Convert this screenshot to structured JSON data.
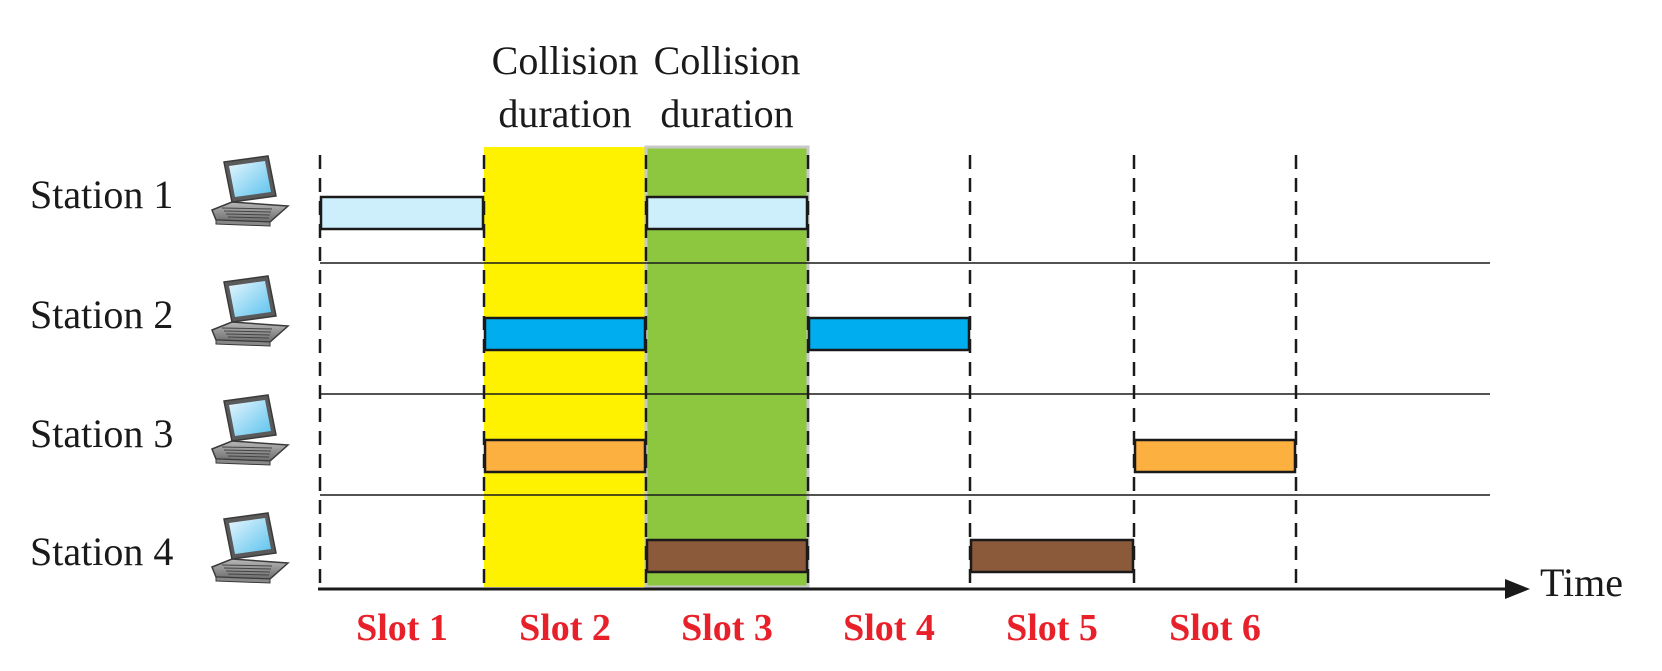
{
  "stations": [
    {
      "label": "Station 1",
      "icon": "laptop-icon"
    },
    {
      "label": "Station 2",
      "icon": "laptop-icon"
    },
    {
      "label": "Station 3",
      "icon": "laptop-icon"
    },
    {
      "label": "Station 4",
      "icon": "laptop-icon"
    }
  ],
  "slots": [
    "Slot 1",
    "Slot 2",
    "Slot 3",
    "Slot 4",
    "Slot 5",
    "Slot 6"
  ],
  "collisions": [
    {
      "label_line1": "Collision",
      "label_line2": "duration",
      "slot": 2,
      "color": "#fff200"
    },
    {
      "label_line1": "Collision",
      "label_line2": "duration",
      "slot": 3,
      "color": "#8dc63f"
    }
  ],
  "time_label": "Time",
  "frames": [
    {
      "station": 1,
      "slot": 1,
      "color": "#cdeefb"
    },
    {
      "station": 1,
      "slot": 3,
      "color": "#cdeefb"
    },
    {
      "station": 2,
      "slot": 2,
      "color": "#00aeef"
    },
    {
      "station": 2,
      "slot": 4,
      "color": "#00aeef"
    },
    {
      "station": 3,
      "slot": 2,
      "color": "#fbb040"
    },
    {
      "station": 3,
      "slot": 6,
      "color": "#fbb040"
    },
    {
      "station": 4,
      "slot": 3,
      "color": "#8b5a3a"
    },
    {
      "station": 4,
      "slot": 5,
      "color": "#8b5a3a"
    }
  ],
  "colors": {
    "slot_label": "#e8202a",
    "axis": "#1a1a1a"
  }
}
